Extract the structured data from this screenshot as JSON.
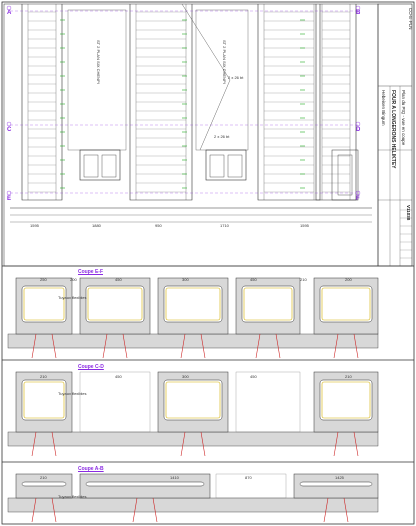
{
  "title_block": {
    "company": "Hebeisen Bingum",
    "project": "FOUR A LONGERONS HELIKTEY",
    "drawing": "Plan du PtQ - vue en coupe",
    "number": "V11038",
    "sheet_code": "CO-E-PLN"
  },
  "plan": {
    "axis_left": [
      "A",
      "C",
      "E"
    ],
    "axis_right": [
      "B",
      "D",
      "F"
    ],
    "column_labels": [
      "ST 2 PLAN SIX CHENPI",
      "ST 2 PLAN SIX CHENPI"
    ],
    "tag_1": "2 x 26 bt",
    "tag_2": "2 x 26 bt",
    "dims_bottom": [
      "1595",
      "1880",
      "950",
      "1710",
      "1595"
    ]
  },
  "sections": [
    {
      "title": "Coupe E-F",
      "dims": [
        "250",
        "200",
        "450",
        "300",
        "450",
        "210",
        "200"
      ],
      "label": "Tuyaux flexibles"
    },
    {
      "title": "Coupe C-D",
      "dims": [
        "210",
        "450",
        "300",
        "450",
        "210"
      ],
      "label": "Tuyaux flexibles"
    },
    {
      "title": "Coupe A-B",
      "dims": [
        "210",
        "1410",
        "870",
        "1425"
      ],
      "label": "Tuyaux flexibles"
    }
  ],
  "colors": {
    "line": "#333333",
    "accent": "#8a2be2",
    "green": "#22aa22",
    "red": "#cc2222",
    "concrete": "#d8d8d8"
  }
}
